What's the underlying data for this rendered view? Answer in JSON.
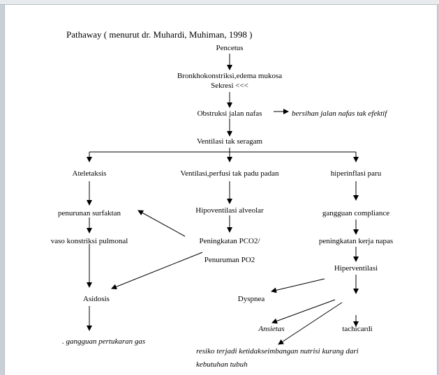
{
  "title": "Pathaway ( menurut dr. Muhardi, Muhiman, 1998 )",
  "nodes": {
    "pencetus": "Pencetus",
    "bronko": "Bronkhokonstriksi,edema mukosa",
    "sekresi": "Sekresi <<<",
    "obstruksi": "Obstruksi jalan nafas",
    "bersihan": "bersihan  jalan nafas tak efektif",
    "ventilasi": "Ventilasi tak seragam",
    "ateletaksis": "Ateletaksis",
    "perfusi": "Ventilasi,perfusi tak padu padan",
    "hiperinflasi": "hiperinflasi paru",
    "surfaktan": "penurunan surfaktan",
    "hipoventilasi": "Hipoventilasi alveolar",
    "compliance": "gangguan compliance",
    "vasokonstriksi": "vaso konstriksi pulmonal",
    "pco2": "Peningkatan PCO2/",
    "kerja_napas": "peningkatan kerja napas",
    "po2": "Penuruman PO2",
    "hiperventilasi": "Hiperventilasi",
    "asidosis": "Asidosis",
    "dyspnea": "Dyspnea",
    "ansietas": "Ansietas",
    "tachicardi": "tachicardi",
    "gangguan_gas": ". gangguan pertukaran gas",
    "resiko1": "resiko terjadi ketidakseimbangan nutrisi kurang dari",
    "resiko2": "kebutuhan tubuh"
  }
}
